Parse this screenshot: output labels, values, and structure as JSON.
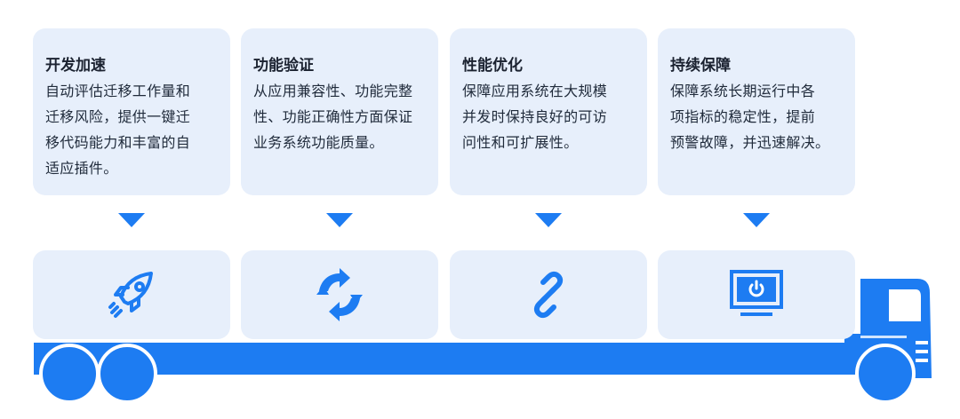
{
  "stages": [
    {
      "title": "开发加速",
      "desc_lines": [
        "自动评估迁移工作量和",
        "迁移风险，提供一键迁",
        "移代码能力和丰富的自",
        "适应插件。"
      ],
      "icon": "rocket-icon"
    },
    {
      "title": "功能验证",
      "desc_lines": [
        "从应用兼容性、功能完整",
        "性、功能正确性方面保证",
        "业务系统功能质量。"
      ],
      "icon": "refresh-icon"
    },
    {
      "title": "性能优化",
      "desc_lines": [
        "保障应用系统在大规模",
        "并发时保持良好的可访",
        "问性和可扩展性。"
      ],
      "icon": "link-icon"
    },
    {
      "title": "持续保障",
      "desc_lines": [
        "保障系统长期运行中各",
        "项指标的稳定性，提前",
        "预警故障，并迅速解决。"
      ],
      "icon": "monitor-power-icon"
    }
  ],
  "colors": {
    "accent": "#1d7cf2",
    "card_bg": "#e7effb",
    "text": "#1b2230"
  }
}
